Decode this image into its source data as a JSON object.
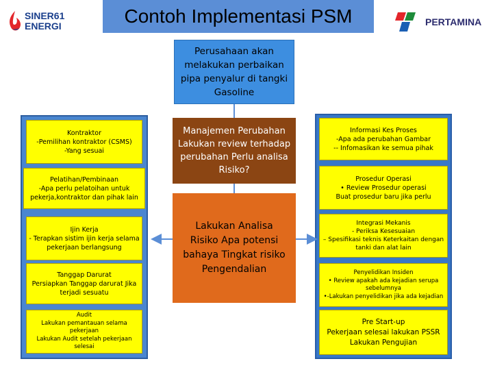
{
  "header": {
    "title": "Contoh Implementasi PSM",
    "logo_left": "SINER61\nENERGI",
    "logo_right": "PERTAMINA"
  },
  "colors": {
    "title_bar": "#5b8ed6",
    "top_box": "#3d8ee0",
    "panel_blue": "#4a86d0",
    "yellow": "#ffff00",
    "brown": "#8b4513",
    "orange": "#e06a1c"
  },
  "top_box": "Perusahaan akan melakukan perbaikan pipa penyalur di tangki Gasoline",
  "middle": {
    "brown_box": "Manajemen Perubahan Lakukan review terhadap perubahan Perlu analisa Risiko?",
    "orange_box": "Lakukan Analisa Risiko Apa potensi bahaya Tingkat risiko Pengendalian"
  },
  "left_boxes": [
    "Kontraktor\n-Pemilihan kontraktor (CSMS)\n-Yang sesuai",
    "Pelatihan/Pembinaan\n-Apa perlu pelatoihan untuk pekerja,kontraktor dan pihak lain",
    "Ijin Kerja\n- Terapkan sistim ijin kerja selama pekerjaan berlangsung",
    "Tanggap Darurat\nPersiapkan Tanggap darurat Jika terjadi sesuatu",
    "Audit\nLakukan pemantauan selama pekerjaan\nLakukan Audit setelah pekerjaan selesai"
  ],
  "right_boxes": [
    "Informasi Kes Proses\n-Apa ada perubahan Gambar\n-- Infomasikan ke semua pihak",
    "Prosedur Operasi\n• Review Prosedur operasi\nBuat prosedur baru jika perlu",
    "Integrasi Mekanis\n- Periksa Kesesuaian\n– Spesifikasi teknis Keterkaitan dengan tanki dan alat lain",
    "Penyelidikan Insiden\n• Review apakah ada kejadian serupa sebelumnya\n•-Lakukan penyelidikan jika ada kejadian",
    "Pre Start-up\nPekerjaan selesai lakukan PSSR\nLakukan Pengujian"
  ]
}
